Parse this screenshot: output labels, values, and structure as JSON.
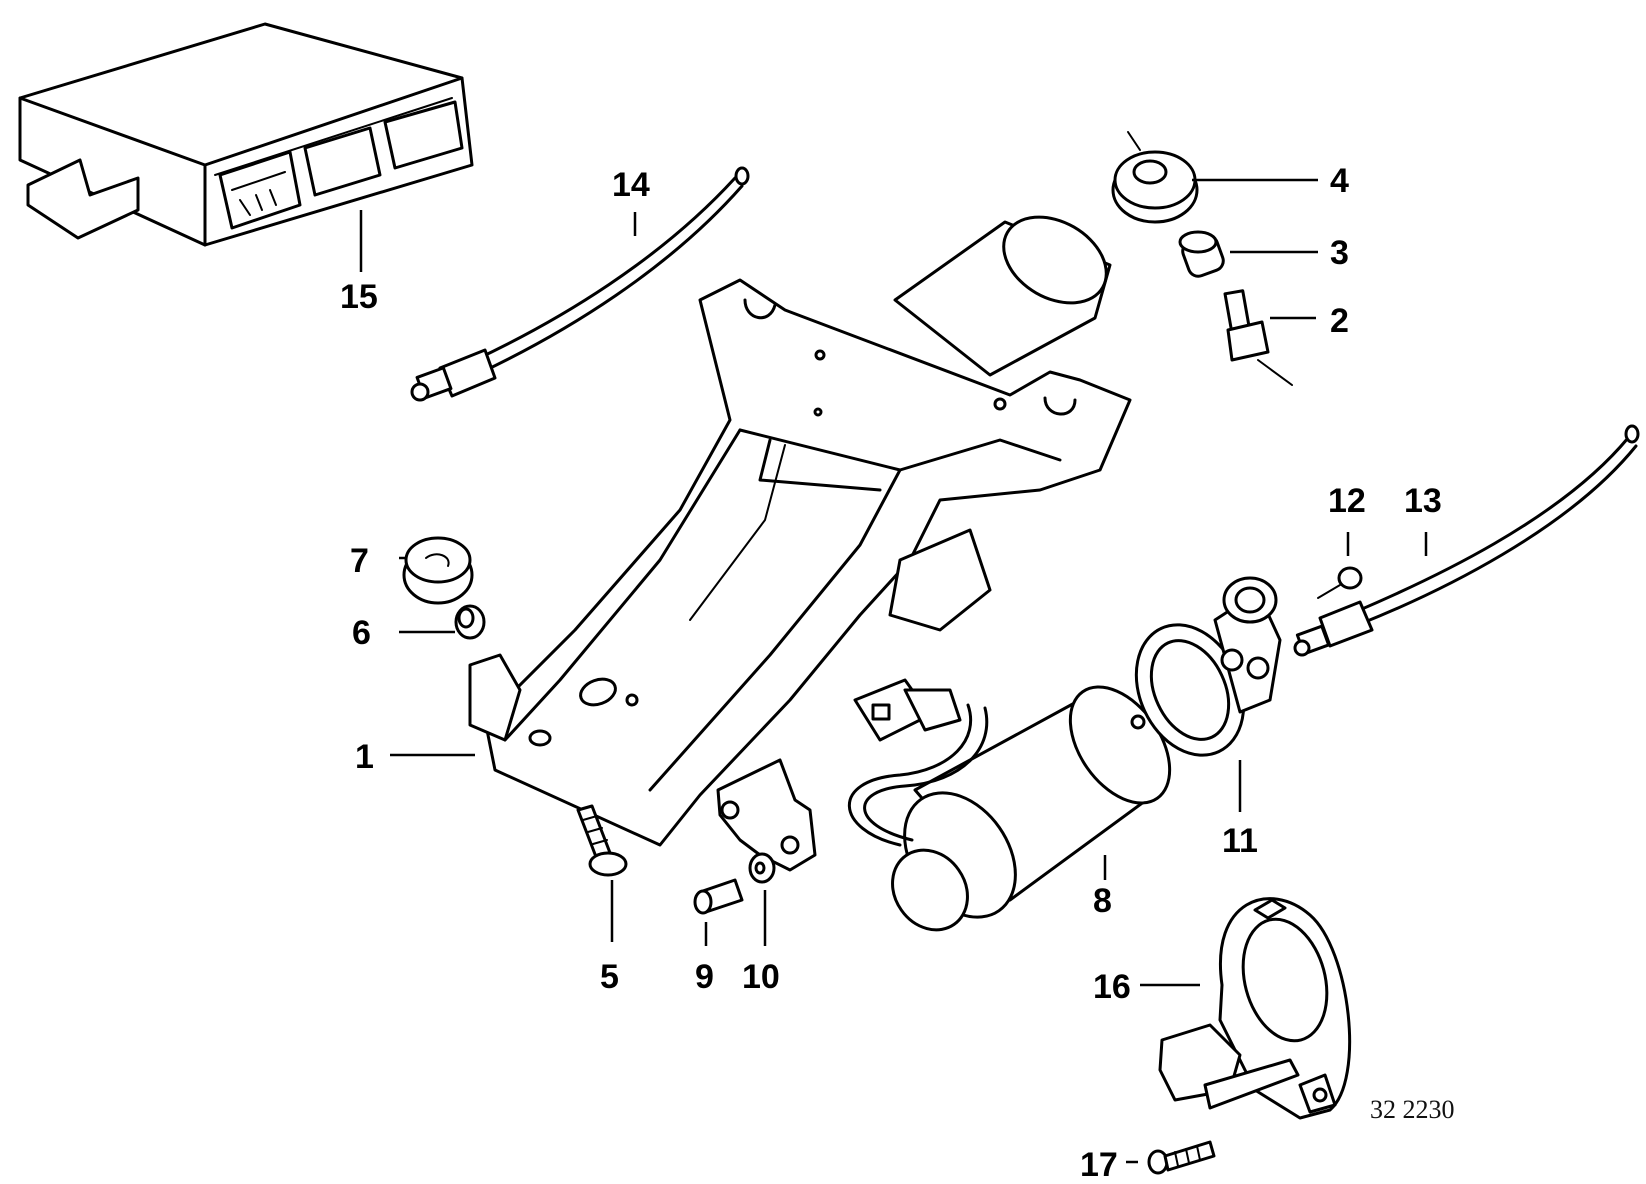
{
  "diagram": {
    "reference": "32 2230",
    "callouts": {
      "c1": "1",
      "c2": "2",
      "c3": "3",
      "c4": "4",
      "c5": "5",
      "c6": "6",
      "c7": "7",
      "c8": "8",
      "c9": "9",
      "c10": "10",
      "c11": "11",
      "c12": "12",
      "c13": "13",
      "c14": "14",
      "c15": "15",
      "c16": "16",
      "c17": "17"
    }
  }
}
